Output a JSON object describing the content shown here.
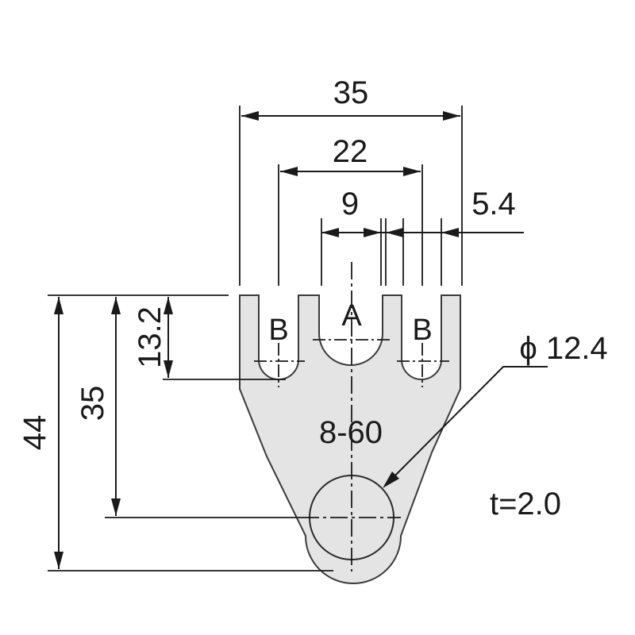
{
  "dimensions": {
    "overall_width": "35",
    "b_spacing": "22",
    "slot_width": "9",
    "tab_width": "5.4",
    "slot_depth": "13.2",
    "hole_height": "35",
    "overall_height": "44",
    "hole_diameter": "ϕ 12.4"
  },
  "labels": {
    "slot_a": "A",
    "slot_b_left": "B",
    "slot_b_right": "B",
    "part_code": "8-60",
    "thickness": "t=2.0"
  },
  "colors": {
    "part_fill": "#e4e4e4",
    "line": "#1a1a1a"
  }
}
